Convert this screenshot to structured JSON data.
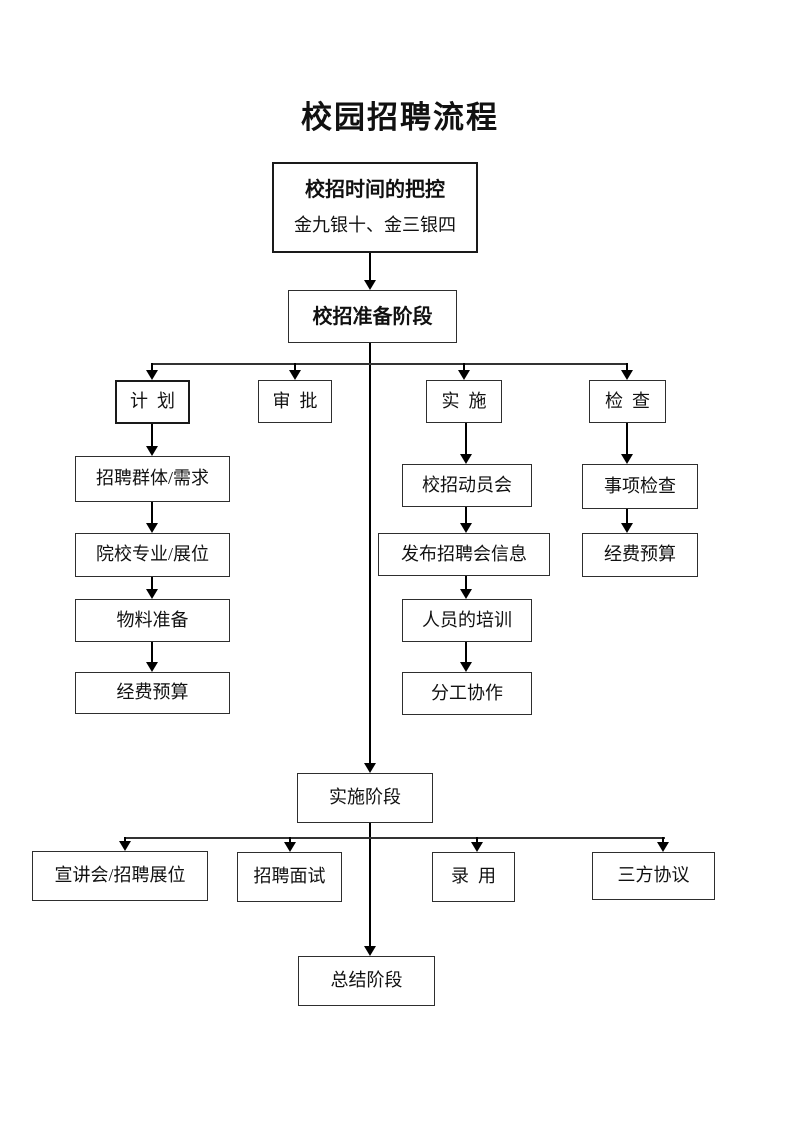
{
  "title": "校园招聘流程",
  "flowchart": {
    "time_box": {
      "heading": "校招时间的把控",
      "subheading": "金九银十、金三银四"
    },
    "prep_stage_label": "校招准备阶段",
    "branches": {
      "plan": "计  划",
      "approve": "审  批",
      "implement": "实  施",
      "check": "检  查"
    },
    "plan_steps": [
      "招聘群体/需求",
      "院校专业/展位",
      "物料准备",
      "经费预算"
    ],
    "implement_steps": [
      "校招动员会",
      "发布招聘会信息",
      "人员的培训",
      "分工协作"
    ],
    "check_steps": [
      "事项检查",
      "经费预算"
    ],
    "impl_stage_label": "实施阶段",
    "impl_stage_steps": [
      "宣讲会/招聘展位",
      "招聘面试",
      "录  用",
      "三方协议"
    ],
    "summary_stage_label": "总结阶段"
  },
  "colors": {
    "background": "#ffffff",
    "text": "#111111",
    "box_border": "#2e2e2e",
    "connector": "#000000"
  }
}
